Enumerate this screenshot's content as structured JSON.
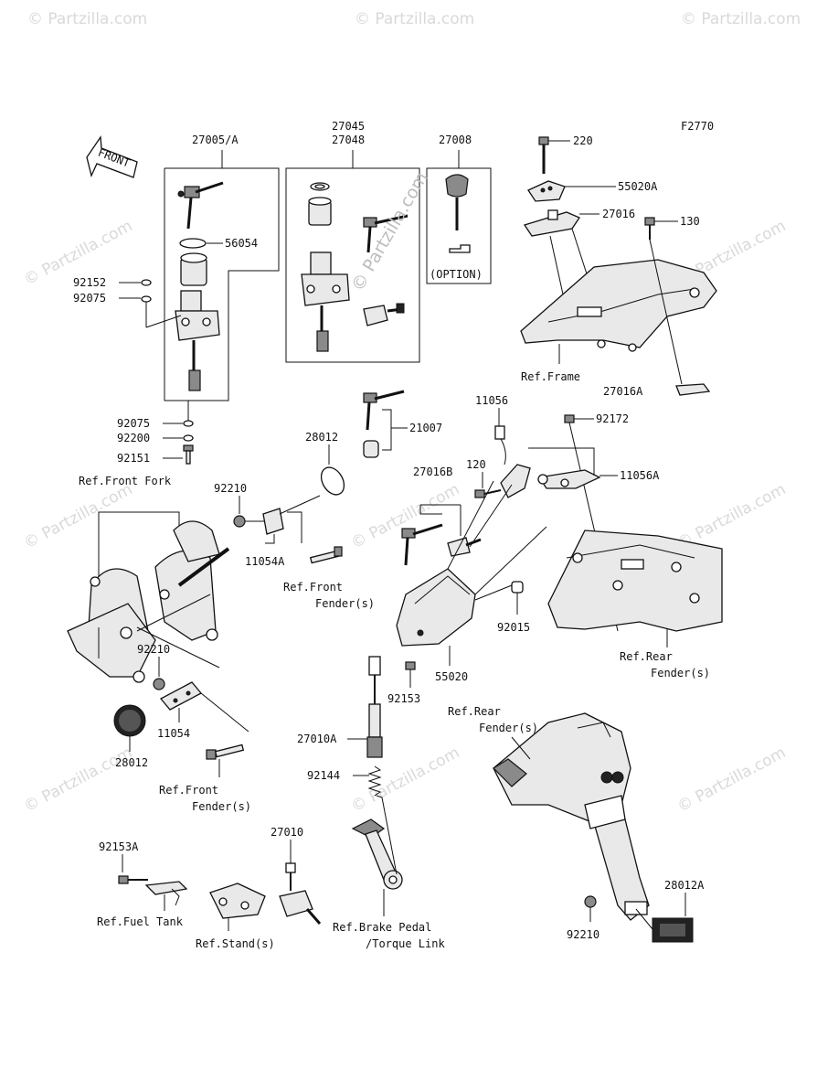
{
  "figure_code": "F2770",
  "front_arrow_label": "FRONT",
  "option_label": "(OPTION)",
  "center_watermark": "© Partzilla.com",
  "watermark_text": "© Partzilla.com",
  "parts": {
    "p27005A": "27005/A",
    "p27045": "27045",
    "p27048": "27048",
    "p27008": "27008",
    "p220": "220",
    "p55020A": "55020A",
    "p27016": "27016",
    "p130": "130",
    "p56054": "56054",
    "p92152": "92152",
    "p92075a": "92075",
    "p92075b": "92075",
    "p92200": "92200",
    "p92151": "92151",
    "p27016A": "27016A",
    "p11056": "11056",
    "p92172": "92172",
    "p21007": "21007",
    "p28012a": "28012",
    "p92210a": "92210",
    "p11054A": "11054A",
    "p120": "120",
    "p11056A": "11056A",
    "p27016B": "27016B",
    "p92015": "92015",
    "p55020": "55020",
    "p92153": "92153",
    "p92210b": "92210",
    "p11054": "11054",
    "p28012b": "28012",
    "p27010A": "27010A",
    "p92144": "92144",
    "p92153A": "92153A",
    "p27010": "27010",
    "p28012A": "28012A",
    "p92210c": "92210"
  },
  "refs": {
    "frame": "Ref.Frame",
    "front_fork": "Ref.Front Fork",
    "front_fender_1a": "Ref.Front",
    "front_fender_1b": "Fender(s)",
    "rear_fender_1a": "Ref.Rear",
    "rear_fender_1b": "Fender(s)",
    "front_fender_2a": "Ref.Front",
    "front_fender_2b": "Fender(s)",
    "rear_fender_2a": "Ref.Rear",
    "rear_fender_2b": "Fender(s)",
    "fuel_tank": "Ref.Fuel Tank",
    "stand": "Ref.Stand(s)",
    "brake_a": "Ref.Brake Pedal",
    "brake_b": "/Torque Link"
  }
}
